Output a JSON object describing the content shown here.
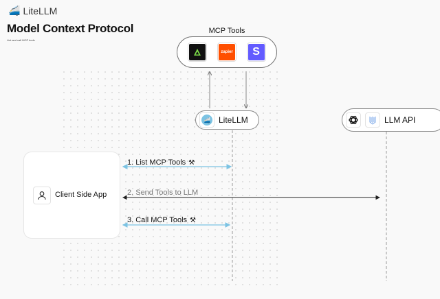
{
  "header": {
    "logo_text": "LiteLLM",
    "title": "Model Context Protocol",
    "subtitle": "List and call MCP tools"
  },
  "mcp_tools": {
    "label": "MCP Tools",
    "tools": [
      {
        "icon": "triangle-logo-icon",
        "color": "#111111"
      },
      {
        "name": "zapier",
        "color": "#ff4f00"
      },
      {
        "name": "S",
        "color": "#635bff"
      }
    ]
  },
  "nodes": {
    "litellm": "LiteLLM",
    "llm_api": "LLM API",
    "client": "Client Side App"
  },
  "steps": [
    {
      "label": "1. List MCP Tools"
    },
    {
      "label": "2. Send Tools to LLM"
    },
    {
      "label": "3. Call MCP Tools"
    }
  ],
  "colors": {
    "mcp_arrow": "#7cc3e3",
    "llm_arrow": "#222222"
  }
}
